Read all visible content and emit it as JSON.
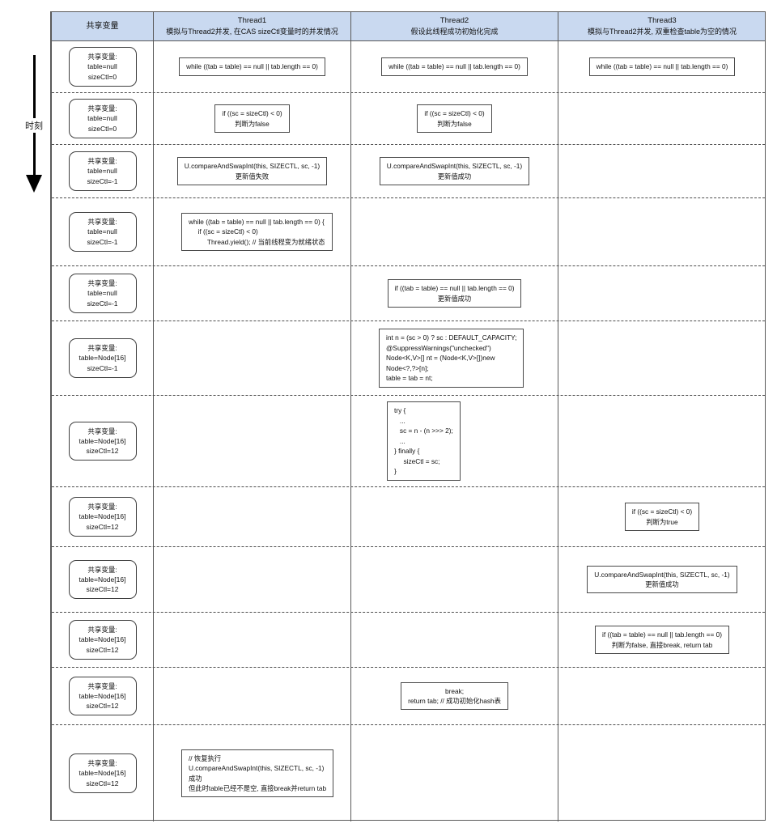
{
  "axis": {
    "label": "时刻",
    "direction": "down"
  },
  "colors": {
    "header_bg": "#c9d9f0",
    "border": "#5a5a5a",
    "dash": "#4d4d4d"
  },
  "header": {
    "columns": [
      {
        "title": "共享变量",
        "subtitle": ""
      },
      {
        "title": "Thread1",
        "subtitle": "模拟与Thread2并发, 在CAS sizeCtl变量时的并发情况"
      },
      {
        "title": "Thread2",
        "subtitle": "假设此线程成功初始化完成"
      },
      {
        "title": "Thread3",
        "subtitle": "模拟与Thread2并发, 双重检查table为空的情况"
      }
    ]
  },
  "rows": [
    {
      "height": 64,
      "shared": "共享变量:\ntable=null\nsizeCtl=0",
      "thread1": "while ((tab = table) == null || tab.length == 0)",
      "thread2": "while ((tab = table) == null || tab.length == 0)",
      "thread3": "while ((tab = table) == null || tab.length == 0)"
    },
    {
      "height": 64,
      "shared": "共享变量:\ntable=null\nsizeCtl=0",
      "thread1": "if ((sc = sizeCtl) < 0)\n判断为false",
      "thread2": "if ((sc = sizeCtl) < 0)\n判断为false",
      "thread3": ""
    },
    {
      "height": 66,
      "shared": "共享变量:\ntable=null\nsizeCtl=-1",
      "thread1": "U.compareAndSwapInt(this, SIZECTL, sc, -1)\n更新值失败",
      "thread2": "U.compareAndSwapInt(this, SIZECTL, sc, -1)\n更新值成功",
      "thread3": ""
    },
    {
      "height": 84,
      "shared": "共享变量:\ntable=null\nsizeCtl=-1",
      "thread1": "while ((tab = table) == null || tab.length == 0) {\n     if ((sc = sizeCtl) < 0)\n          Thread.yield(); // 当前线程变为就绪状态",
      "thread2": "",
      "thread3": ""
    },
    {
      "height": 68,
      "shared": "共享变量:\ntable=null\nsizeCtl=-1",
      "thread1": "",
      "thread2": "if ((tab = table) == null || tab.length == 0)\n更新值成功",
      "thread3": ""
    },
    {
      "height": 92,
      "shared": "共享变量:\ntable=Node[16]\nsizeCtl=-1",
      "thread1": "",
      "thread2": "int n = (sc > 0) ? sc : DEFAULT_CAPACITY;\n@SuppressWarnings(\"unchecked\")\nNode<K,V>[] nt = (Node<K,V>[])new\nNode<?,?>[n];\ntable = tab = nt;",
      "thread3": ""
    },
    {
      "height": 113,
      "shared": "共享变量:\ntable=Node[16]\nsizeCtl=12",
      "thread1": "",
      "thread2": "try {\n   ...\n   sc = n - (n >>> 2);\n   ...\n} finally {\n     sizeCtl = sc;\n}",
      "thread3": ""
    },
    {
      "height": 74,
      "shared": "共享变量:\ntable=Node[16]\nsizeCtl=12",
      "thread1": "",
      "thread2": "",
      "thread3": "if ((sc = sizeCtl) < 0)\n判断为true"
    },
    {
      "height": 81,
      "shared": "共享变量:\ntable=Node[16]\nsizeCtl=12",
      "thread1": "",
      "thread2": "",
      "thread3": "U.compareAndSwapInt(this, SIZECTL, sc, -1)\n更新值成功"
    },
    {
      "height": 68,
      "shared": "共享变量:\ntable=Node[16]\nsizeCtl=12",
      "thread1": "",
      "thread2": "",
      "thread3": "if ((tab = table) == null || tab.length == 0)\n判断为false, 直接break, return tab"
    },
    {
      "height": 71,
      "shared": "共享变量:\ntable=Node[16]\nsizeCtl=12",
      "thread1": "",
      "thread2": "break;\nreturn tab; // 成功初始化hash表",
      "thread3": ""
    },
    {
      "height": 119,
      "shared": "共享变量:\ntable=Node[16]\nsizeCtl=12",
      "thread1": "// 恢复执行\nU.compareAndSwapInt(this, SIZECTL, sc, -1)\n成功\n但此时table已经不是空, 直接break并return tab",
      "thread2": "",
      "thread3": ""
    }
  ]
}
